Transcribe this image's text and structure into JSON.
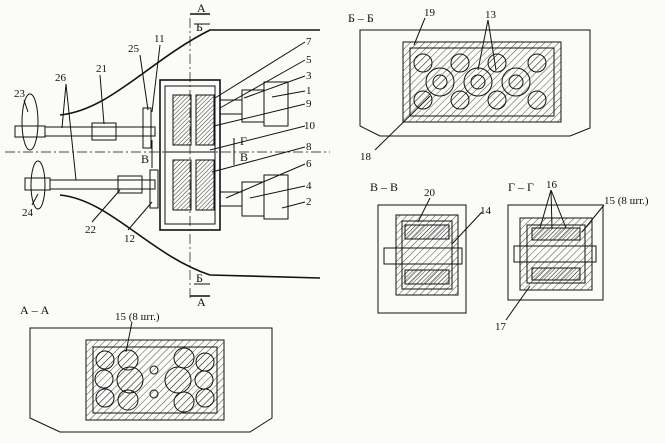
{
  "sections": {
    "aa": "А – А",
    "bb": "Б – Б",
    "vv": "В – В",
    "gg": "Г – Г"
  },
  "cut_marks": {
    "a": "А",
    "b": "Б",
    "v": "В",
    "g": "Г"
  },
  "callouts": {
    "n1": "1",
    "n2": "2",
    "n3": "3",
    "n4": "4",
    "n5": "5",
    "n6": "6",
    "n7": "7",
    "n8": "8",
    "n9": "9",
    "n10": "10",
    "n11": "11",
    "n12": "12",
    "n13": "13",
    "n14": "14",
    "n15a": "15 (8 шт.)",
    "n15b": "15 (8 шт.)",
    "n16": "16",
    "n17": "17",
    "n18": "18",
    "n19": "19",
    "n20": "20",
    "n21": "21",
    "n22": "22",
    "n23": "23",
    "n24": "24",
    "n25": "25",
    "n26": "26"
  }
}
